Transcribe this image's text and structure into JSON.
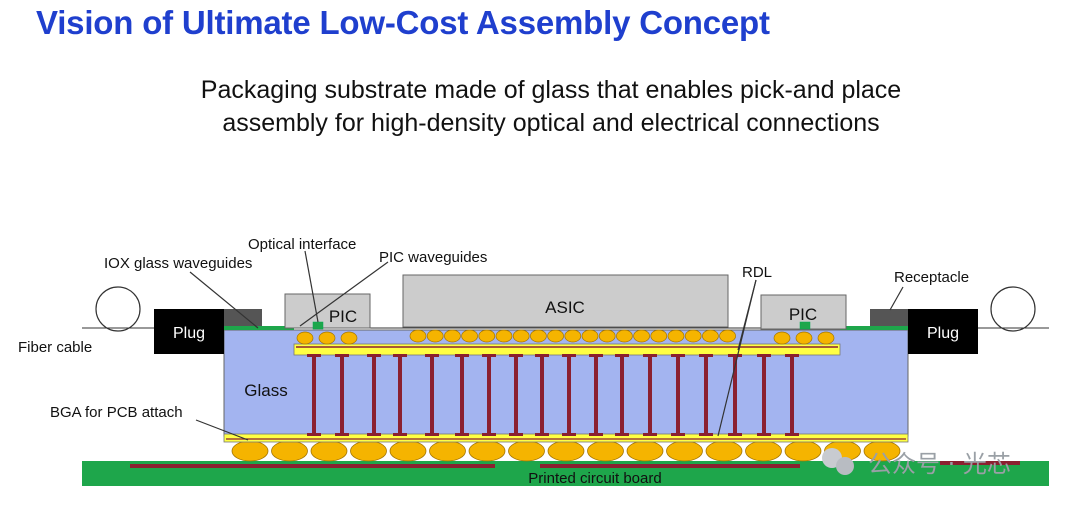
{
  "title": "Vision of Ultimate Low-Cost Assembly Concept",
  "subtitle": {
    "line1": "Packaging substrate made of glass that enables pick-and place",
    "line2": "assembly for high-density optical and electrical connections"
  },
  "labels": {
    "optical_interface": "Optical interface",
    "iox_waveguides": "IOX glass waveguides",
    "pic_waveguides": "PIC waveguides",
    "rdl": "RDL",
    "receptacle": "Receptacle",
    "fiber_cable": "Fiber cable",
    "plug_left": "Plug",
    "plug_right": "Plug",
    "pic_left": "PIC",
    "pic_right": "PIC",
    "asic": "ASIC",
    "glass": "Glass",
    "bga": "BGA for PCB attach",
    "pcb": "Printed circuit board"
  },
  "watermark": "公众号 · 光芯",
  "colors": {
    "title": "#1f3fce",
    "glass": "#a3b4f0",
    "chip": "#cccccc",
    "solder": "#f5b400",
    "rdl_layer": "#ffff44",
    "via": "#8b2030",
    "pcb": "#1ea64b",
    "plug": "#000000",
    "receptacle": "#555555"
  }
}
